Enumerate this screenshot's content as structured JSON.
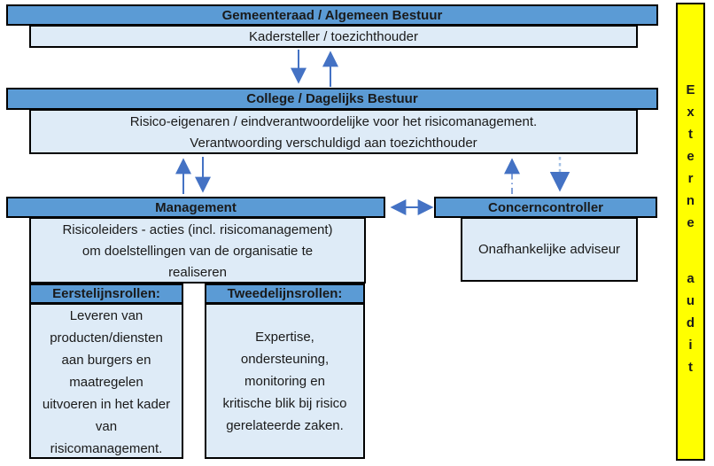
{
  "colors": {
    "bar_fill": "#5B9BD5",
    "box_fill": "#DEEBF7",
    "border": "#000000",
    "text": "#1A1A1A",
    "arrow_solid": "#4472C4",
    "arrow_dashdot": "#7F9FD9",
    "arrow_dashed": "#A5C1E5",
    "audit_fill": "#FFFF00"
  },
  "diagram": {
    "gemeenteraad": {
      "title": "Gemeenteraad / Algemeen Bestuur",
      "subtitle": "Kadersteller / toezichthouder"
    },
    "college": {
      "title": "College / Dagelijks Bestuur",
      "lines": [
        "Risico-eigenaren / eindverantwoordelijke voor het risicomanagement.",
        "Verantwoording verschuldigd aan toezichthouder"
      ]
    },
    "management": {
      "title": "Management",
      "lines": [
        "Risicoleiders - acties (incl. risicomanagement)",
        "om doelstellingen van de organisatie te",
        "realiseren"
      ]
    },
    "eerstelijn": {
      "title": "Eerstelijnsrollen:",
      "lines": [
        "Leveren van",
        "producten/diensten",
        "aan burgers en",
        "maatregelen",
        "uitvoeren in het kader",
        "van",
        "risicomanagement."
      ]
    },
    "tweedelijn": {
      "title": "Tweedelijnsrollen:",
      "lines": [
        "Expertise,",
        "ondersteuning,",
        "monitoring en",
        "kritische blik bij risico",
        "gerelateerde zaken."
      ]
    },
    "concerncontroller": {
      "title": "Concerncontroller",
      "description": "Onafhankelijke adviseur"
    },
    "externe_audit": {
      "word1": "Externe",
      "word2": "audit"
    }
  }
}
